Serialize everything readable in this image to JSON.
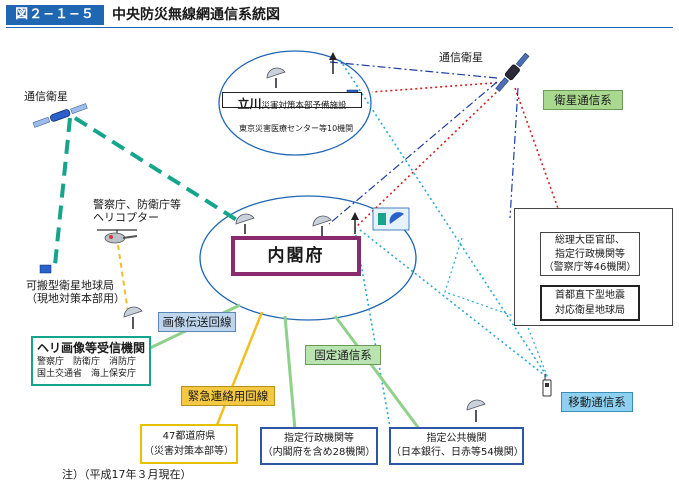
{
  "figure": {
    "number": "図２−１−５",
    "title": "中央防災無線網通信系統図"
  },
  "satellites": {
    "left": "通信衛星",
    "right": "通信衛星"
  },
  "tachikawa": {
    "main": "立川",
    "sub": "災害対策本部予備施設",
    "secondary": "東京災害医療センター等10機関"
  },
  "cabinet": {
    "label": "内閣府"
  },
  "helicopter": {
    "line1": "警察庁、防衛庁等",
    "line2": "ヘリコプター"
  },
  "mobile_station": {
    "line1": "可搬型衛星地球局",
    "line2": "（現地対策本部用）"
  },
  "heli_receiver": {
    "title": "ヘリ画像等受信機関",
    "row1": "警察庁　防衛庁　消防庁",
    "row2": "国土交通省　海上保安庁"
  },
  "routes": {
    "satellite": "衛星通信系",
    "image": "画像伝送回線",
    "fixed": "固定通信系",
    "emergency": "緊急連絡用回線",
    "mobile": "移動通信系"
  },
  "right_panel": {
    "box1_line1": "総理大臣官邸、",
    "box1_line2": "指定行政機関等",
    "box1_line3": "（警察庁等46機関）",
    "box2_line1": "首都直下型地震",
    "box2_line2": "対応衛星地球局"
  },
  "bottom": {
    "prefectures_line1": "47都道府県",
    "prefectures_line2": "（災害対策本部等）",
    "gov_line1": "指定行政機関等",
    "gov_line2": "（内閣府を含め28機関）",
    "public_line1": "指定公共機関",
    "public_line2": "（日本銀行、日赤等54機関）"
  },
  "note": "注）（平成17年３月現在）",
  "colors": {
    "accent_blue": "#1f66b3",
    "teal_dash": "#14a58a",
    "red_dot": "#d42020",
    "green_line": "#8fd18a",
    "cyan_line": "#2aa8d8",
    "yellow_line": "#f0c020",
    "cabinet_frame": "#8a2a6e"
  }
}
